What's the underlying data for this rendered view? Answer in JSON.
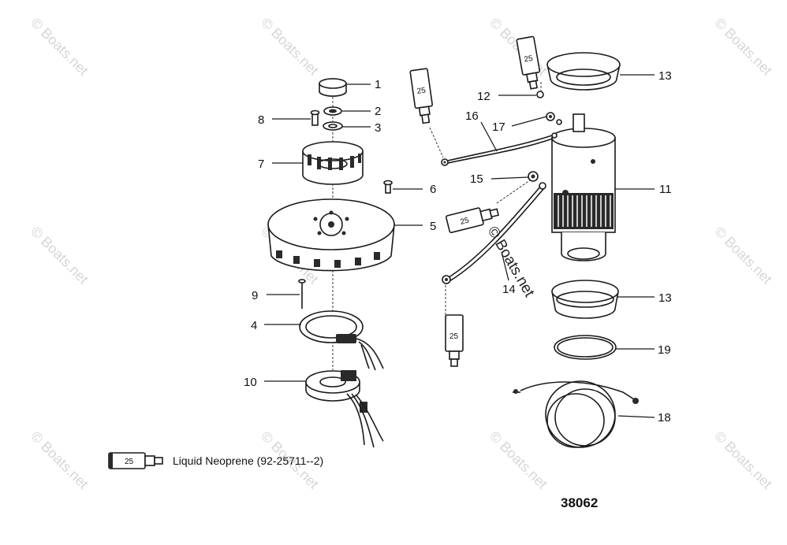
{
  "watermark": "© Boats.net",
  "drawing_number": "38062",
  "legend": {
    "tube_code": "25",
    "text": "Liquid Neoprene (92-25711--2)"
  },
  "tube_code": "25",
  "callouts": {
    "c1": "1",
    "c2": "2",
    "c3": "3",
    "c4": "4",
    "c5": "5",
    "c6": "6",
    "c7": "7",
    "c8": "8",
    "c9": "9",
    "c10": "10",
    "c11": "11",
    "c12": "12",
    "c13a": "13",
    "c13b": "13",
    "c14": "14",
    "c15": "15",
    "c16": "16",
    "c17": "17",
    "c18": "18",
    "c19": "19"
  }
}
